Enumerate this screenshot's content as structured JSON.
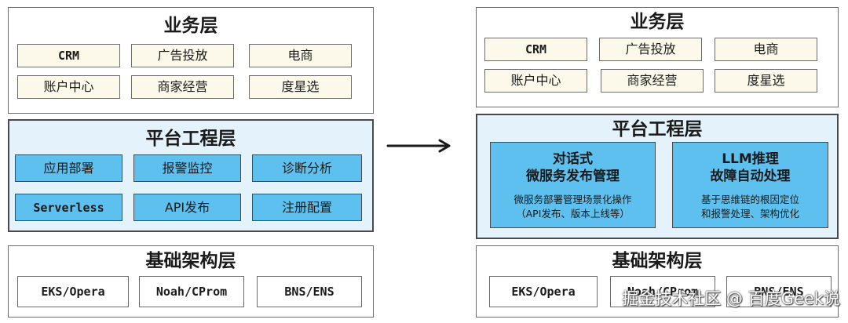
{
  "left": {
    "business": {
      "title": "业务层",
      "items": [
        "CRM",
        "广告投放",
        "电商",
        "账户中心",
        "商家经营",
        "度星选"
      ]
    },
    "platform": {
      "title": "平台工程层",
      "items": [
        "应用部署",
        "报警监控",
        "诊断分析",
        "Serverless",
        "API发布",
        "注册配置"
      ]
    },
    "infra": {
      "title": "基础架构层",
      "items": [
        "EKS/Opera",
        "Noah/CProm",
        "BNS/ENS"
      ]
    }
  },
  "right": {
    "business": {
      "title": "业务层",
      "items": [
        "CRM",
        "广告投放",
        "电商",
        "账户中心",
        "商家经营",
        "度星选"
      ]
    },
    "platform": {
      "title": "平台工程层",
      "cards": [
        {
          "title_line1": "对话式",
          "title_line2": "微服务发布管理",
          "desc_line1": "微服务部署管理场景化操作",
          "desc_line2": "（API发布、版本上线等）"
        },
        {
          "title_line1": "LLM推理",
          "title_line2": "故障自动处理",
          "desc_line1": "基于思维链的根因定位",
          "desc_line2": "和报警处理、架构优化"
        }
      ]
    },
    "infra": {
      "title": "基础架构层",
      "items": [
        "EKS/Opera",
        "Noah/CProm",
        "BNS/ENS"
      ]
    }
  },
  "watermark": "掘金技术社区 @ 百度Geek说",
  "colors": {
    "platform_bg": "#e4f2fb",
    "platform_box": "#5ec0ee",
    "business_box": "#fdf9ea",
    "border": "#6b6b6b"
  }
}
